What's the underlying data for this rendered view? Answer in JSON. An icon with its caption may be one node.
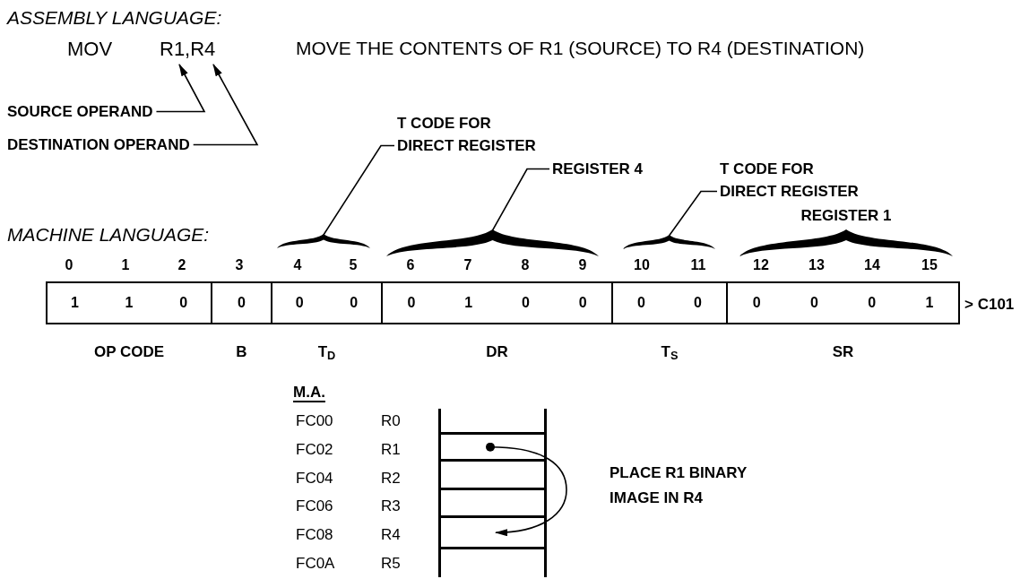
{
  "diagram": {
    "nodes": [
      {
        "text": [
          "SOURCE OPERAND"
        ]
      },
      {
        "text": [
          "DESTINATION OPERAND"
        ]
      },
      {
        "text": [
          "T CODE FOR DIRECT REGISTER"
        ]
      },
      {
        "text": [
          "REGISTER 4"
        ]
      },
      {
        "text": [
          "T CODE FOR DIRECT REGISTER"
        ]
      },
      {
        "text": [],
        "shape": "brace"
      },
      {
        "text": [],
        "shape": "brace"
      },
      {
        "text": [],
        "shape": "brace"
      },
      {
        "text": [],
        "shape": "brace",
        "beside": [
          "REGISTER 1"
        ]
      },
      {
        "text": [
          "1",
          "1",
          "0"
        ],
        "beside": [
          "OP CODE"
        ]
      },
      {
        "text": [
          "0"
        ],
        "beside": [
          "B"
        ]
      },
      {
        "text": [
          "0",
          "0"
        ],
        "beside": [
          "T$_{D}$"
        ]
      },
      {
        "text": [
          "0",
          "1",
          "0",
          "0"
        ],
        "beside": [
          "DR"
        ]
      },
      {
        "text": [
          "0",
          "0"
        ],
        "beside": [
          "T$_{S}$"
        ]
      },
      {
        "text": [
          "0",
          "0",
          "0",
          "1"
        ],
        "beside": [
          "SR"
        ]
      },
      {
        "text": [],
        "shape": "box"
      },
      {
        "text": [],
        "shape": "box"
      },
      {
        "text": [],
        "shape": "box"
      },
      {
        "text": [],
        "shape": "box"
      },
      {
        "text": [],
        "shape": "box"
      },
      {
        "text": [],
        "shape": "box"
      },
      {
        "text": [
          "R1,R4"
        ]
      }
    ],
    "edges": [
      {
        "from": 0,
        "to": 21,
        "arrow": "to"
      },
      {
        "from": 1,
        "to": 21,
        "arrow": "to"
      },
      {
        "from": 2,
        "to": 5,
        "arrow": "none"
      },
      {
        "from": 3,
        "to": 6,
        "arrow": "none"
      },
      {
        "from": 4,
        "to": 7,
        "arrow": "none"
      },
      {
        "from": 16,
        "to": 19,
        "arrow": "to"
      }
    ],
    "labels": [
      "ASSEMBLY LANGUAGE:",
      "MOV",
      "MOVE THE CONTENTS OF R1 (SOURCE) TO R4 (DESTINATION)",
      "MACHINE LANGUAGE:",
      "0",
      "1",
      "2",
      "3",
      "4",
      "5",
      "6",
      "7",
      "8",
      "9",
      "10",
      "11",
      "12",
      "13",
      "14",
      "15",
      "> C101",
      "M.A.",
      "FC00",
      "R0",
      "FC02",
      "R1",
      "FC04",
      "R2",
      "FC06",
      "R3",
      "FC08",
      "R4",
      "FC0A",
      "R5",
      "PLACE R1 BINARY IMAGE IN R4"
    ]
  }
}
